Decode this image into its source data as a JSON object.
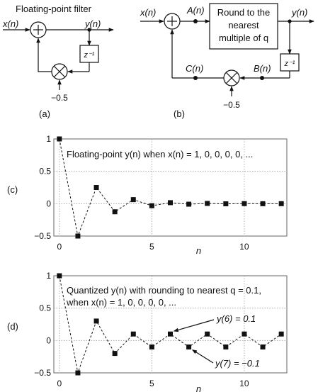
{
  "diagram_a": {
    "title": "Floating-point filter",
    "input": "x(n)",
    "output": "y(n)",
    "delay": "z⁻¹",
    "coef": "−0.5",
    "caption": "(a)"
  },
  "diagram_b": {
    "input": "x(n)",
    "output": "y(n)",
    "node_a": "A(n)",
    "node_b": "B(n)",
    "node_c": "C(n)",
    "quantizer_lines": [
      "Round to the",
      "nearest",
      "multiple of q"
    ],
    "delay": "z⁻¹",
    "coef": "−0.5",
    "caption": "(b)"
  },
  "chart_data": [
    {
      "type": "scatter",
      "panel_label": "(c)",
      "title": "Floating-point y(n) when x(n) = 1, 0, 0, 0, 0, ...",
      "xlabel": "n",
      "ylabel": "",
      "x": [
        0,
        1,
        2,
        3,
        4,
        5,
        6,
        7,
        8,
        9,
        10,
        11,
        12
      ],
      "y": [
        1,
        -0.5,
        0.25,
        -0.125,
        0.0625,
        -0.03125,
        0.015625,
        -0.0078125,
        0.00390625,
        -0.001953,
        0.000977,
        -0.000488,
        0.000244
      ],
      "xlim": [
        -0.3,
        12.3
      ],
      "ylim": [
        -0.5,
        1
      ],
      "xticks": [
        0,
        5,
        10
      ],
      "yticks": [
        {
          "v": 1,
          "label": "1"
        },
        {
          "v": 0.5,
          "label": "0.5"
        },
        {
          "v": 0,
          "label": "0"
        },
        {
          "v": -0.5,
          "label": "−0.5"
        }
      ],
      "grid": true,
      "annotations": []
    },
    {
      "type": "scatter",
      "panel_label": "(d)",
      "title": "Quantized y(n) with rounding to nearest q = 0.1,",
      "title2": "when x(n) = 1, 0, 0, 0, 0, ...",
      "xlabel": "n",
      "ylabel": "",
      "x": [
        0,
        1,
        2,
        3,
        4,
        5,
        6,
        7,
        8,
        9,
        10,
        11,
        12
      ],
      "y": [
        1,
        -0.5,
        0.3,
        -0.2,
        0.1,
        -0.1,
        0.1,
        -0.1,
        0.1,
        -0.1,
        0.1,
        -0.1,
        0.1
      ],
      "xlim": [
        -0.3,
        12.3
      ],
      "ylim": [
        -0.5,
        1
      ],
      "xticks": [
        0,
        5,
        10
      ],
      "yticks": [
        {
          "v": 1,
          "label": "1"
        },
        {
          "v": 0.5,
          "label": "0.5"
        },
        {
          "v": 0,
          "label": "0"
        },
        {
          "v": -0.5,
          "label": "−0.5"
        }
      ],
      "grid": true,
      "annotations": [
        {
          "text": "y(6) = 0.1",
          "x": 6,
          "y": 0.1
        },
        {
          "text": "y(7) = −0.1",
          "x": 7,
          "y": -0.1
        }
      ]
    }
  ]
}
